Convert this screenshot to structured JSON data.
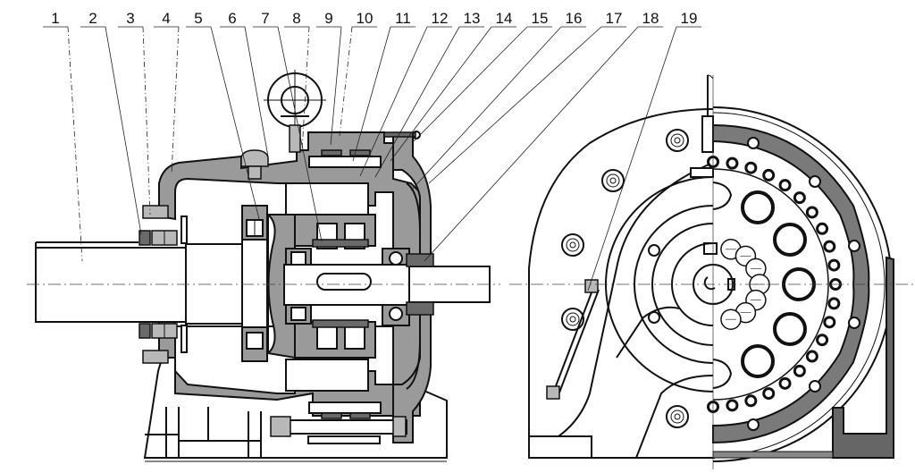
{
  "drawing": {
    "title": "Cycloidal gear reducer — sectional view and end view",
    "views": [
      "longitudinal-section",
      "end-view-half-section"
    ],
    "colors": {
      "line": "#111111",
      "section_fill": "#9a9a9a",
      "light_fill": "#b8b8b8",
      "dark_fill": "#6a6a6a",
      "background": "#ffffff"
    },
    "callouts": [
      {
        "label": "1"
      },
      {
        "label": "2"
      },
      {
        "label": "3"
      },
      {
        "label": "4"
      },
      {
        "label": "5"
      },
      {
        "label": "6"
      },
      {
        "label": "7"
      },
      {
        "label": "8"
      },
      {
        "label": "9"
      },
      {
        "label": "10"
      },
      {
        "label": "11"
      },
      {
        "label": "12"
      },
      {
        "label": "13"
      },
      {
        "label": "14"
      },
      {
        "label": "15"
      },
      {
        "label": "16"
      },
      {
        "label": "17"
      },
      {
        "label": "18"
      },
      {
        "label": "19"
      }
    ]
  }
}
